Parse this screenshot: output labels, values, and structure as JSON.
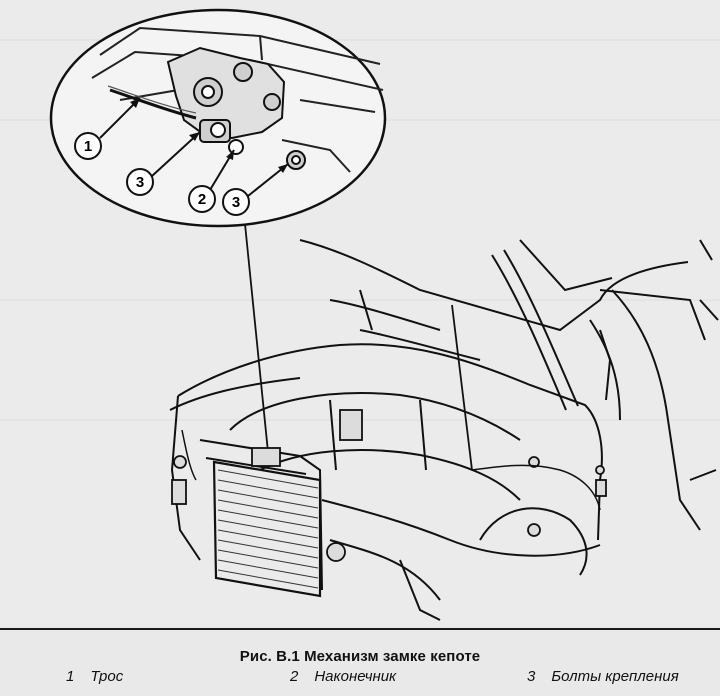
{
  "figure": {
    "callouts": [
      "1",
      "3",
      "2",
      "3"
    ]
  },
  "caption": {
    "title": "Рис. В.1 Механизм замке кепоте",
    "legend": [
      {
        "num": "1",
        "text": "Трос"
      },
      {
        "num": "2",
        "text": "Наконечник"
      },
      {
        "num": "3",
        "text": "Болты крепления"
      }
    ]
  }
}
